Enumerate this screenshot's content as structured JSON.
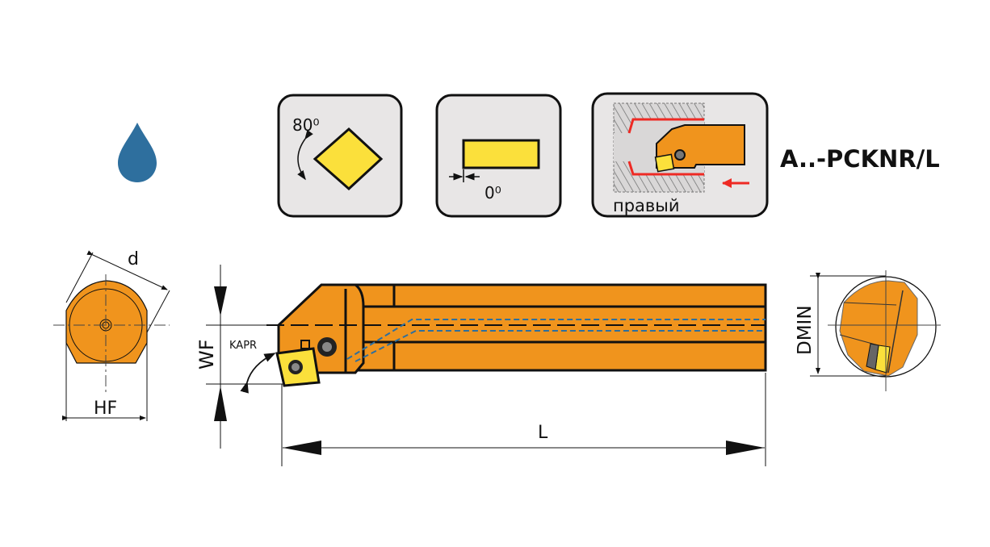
{
  "header": {
    "model_code": "A..-PCKNR/L",
    "coolant_icon": "drop-icon"
  },
  "icons": {
    "insert_shape": {
      "angle_label": "80⁰",
      "icon": "rhombus-insert-icon"
    },
    "clearance": {
      "angle_label": "0⁰",
      "icon": "clearance-angle-icon"
    },
    "hand": {
      "label": "правый",
      "icon": "boring-direction-icon"
    }
  },
  "dimensions": {
    "d": "d",
    "hf": "HF",
    "wf": "WF",
    "kapr": "KAPR",
    "l": "L",
    "dmin": "DMIN"
  },
  "colors": {
    "body": "#f0941d",
    "insert": "#fbe03b",
    "coolant": "#2e6f9e",
    "feed_arrow": "#ee2a24",
    "panel": "#e8e6e6"
  }
}
